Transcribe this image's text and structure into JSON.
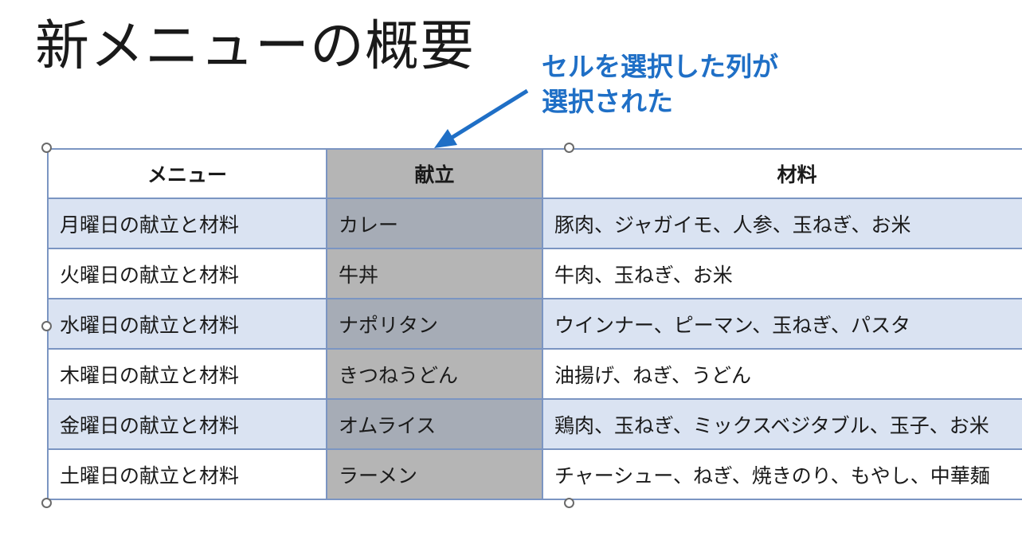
{
  "slide": {
    "title": "新メニューの概要"
  },
  "annotation": {
    "line1": "セルを選択した列が",
    "line2": "選択された",
    "color": "#1f6fc6"
  },
  "table": {
    "headers": [
      "メニュー",
      "献立",
      "材料"
    ],
    "selected_column": 1,
    "rows": [
      [
        "月曜日の献立と材料",
        "カレー",
        "豚肉、ジャガイモ、人参、玉ねぎ、お米"
      ],
      [
        "火曜日の献立と材料",
        "牛丼",
        "牛肉、玉ねぎ、お米"
      ],
      [
        "水曜日の献立と材料",
        "ナポリタン",
        "ウインナー、ピーマン、玉ねぎ、パスタ"
      ],
      [
        "木曜日の献立と材料",
        "きつねうどん",
        "油揚げ、ねぎ、うどん"
      ],
      [
        "金曜日の献立と材料",
        "オムライス",
        "鶏肉、玉ねぎ、ミックスベジタブル、玉子、お米"
      ],
      [
        "土曜日の献立と材料",
        "ラーメン",
        "チャーシュー、ねぎ、焼きのり、もやし、中華麺"
      ]
    ]
  },
  "colors": {
    "band_row": "#dae3f2",
    "selected_column": "#b5b5b5",
    "border": "#7b95c2"
  }
}
